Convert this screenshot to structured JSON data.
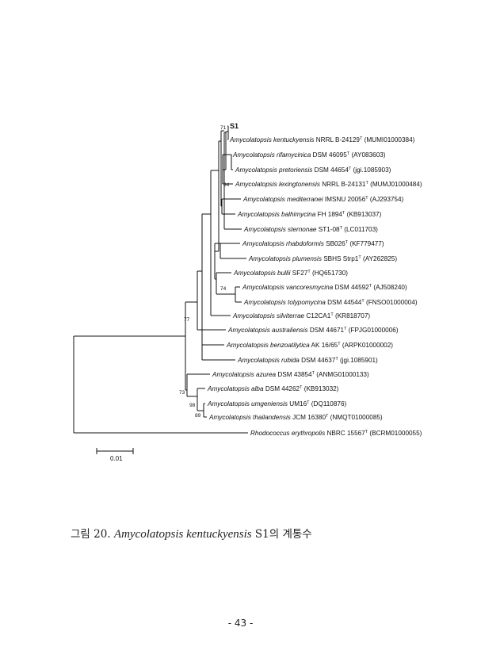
{
  "figure": {
    "caption_prefix": "그림 20.",
    "caption_species": "Amycolatopsis kentuckyensis",
    "caption_suffix": "S1의 계통수"
  },
  "tree": {
    "scale_bar_label": "0.01",
    "taxa": [
      {
        "name": "S1",
        "bold": true
      },
      {
        "name": "Amycolatopsis kentuckyensis",
        "strain": "NRRL B-24129",
        "acc": "(MUMI01000384)"
      },
      {
        "name": "Amycolatopsis rifamycinica",
        "strain": "DSM 46095",
        "acc": "(AY083603)"
      },
      {
        "name": "Amycolatopsis pretoriensis",
        "strain": "DSM 44654",
        "acc": "(jgi.1085903)"
      },
      {
        "name": "Amycolatopsis lexingtonensis",
        "strain": "NRRL B-24131",
        "acc": "(MUMJ01000484)"
      },
      {
        "name": "Amycolatopsis mediterranei",
        "strain": "IMSNU 20056",
        "acc": "(AJ293754)"
      },
      {
        "name": "Amycolatopsis balhimycina",
        "strain": "FH 1894",
        "acc": "(KB913037)"
      },
      {
        "name": "Amycolatopsis sternonae",
        "strain": "ST1-08",
        "acc": "(LC011703)"
      },
      {
        "name": "Amycolatopsis rhabdoformis",
        "strain": "SB026",
        "acc": "(KF779477)"
      },
      {
        "name": "Amycolatopsis plumensis",
        "strain": "SBHS Strp1",
        "acc": "(AY262825)"
      },
      {
        "name": "Amycolatopsis bullii",
        "strain": "SF27",
        "acc": "(HQ651730)"
      },
      {
        "name": "Amycolatopsis vancoresmycina",
        "strain": "DSM 44592",
        "acc": "(AJ508240)"
      },
      {
        "name": "Amycolatopsis tolypomycina",
        "strain": "DSM 44544",
        "acc": "(FNSO01000004)"
      },
      {
        "name": "Amycolatopsis silviterrae",
        "strain": "C12CA1",
        "acc": "(KR818707)"
      },
      {
        "name": "Amycolatopsis australiensis",
        "strain": "DSM 44671",
        "acc": "(FPJG01000006)"
      },
      {
        "name": "Amycolatopsis benzoatilytica",
        "strain": "AK 16/65",
        "acc": "(ARPK01000002)"
      },
      {
        "name": "Amycolatopsis rubida",
        "strain": "DSM 44637",
        "acc": "(jgi.1085901)"
      },
      {
        "name": "Amycolatopsis azurea",
        "strain": "DSM 43854",
        "acc": "(ANMG01000133)"
      },
      {
        "name": "Amycolatopsis alba",
        "strain": "DSM 44262",
        "acc": "(KB913032)"
      },
      {
        "name": "Amycolatopsis umgeniensis",
        "strain": "UM16",
        "acc": "(DQ110876)"
      },
      {
        "name": "Amycolatopsis thailandensis",
        "strain": "JCM 16380",
        "acc": "(NMQT01000085)"
      },
      {
        "name": "Rhodococcus erythropolis",
        "strain": "NBRC 15567",
        "acc": "(BCRM01000055)"
      }
    ],
    "bootstrap_labels": [
      "71",
      "94",
      "74",
      "77",
      "73",
      "98",
      "89"
    ]
  },
  "page_number": "- 43 -"
}
